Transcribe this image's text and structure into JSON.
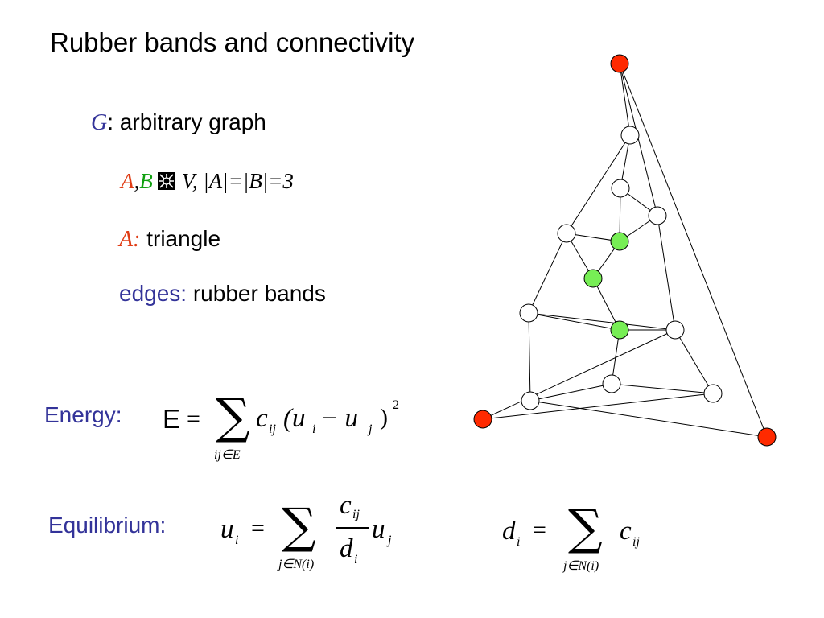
{
  "title": "Rubber bands and connectivity",
  "graph_line": {
    "var": "G",
    "text": ": arbitrary graph"
  },
  "ab_line": {
    "a": "A",
    "comma": ",",
    "b": "B",
    "rest": "V, |A|=|B|=3"
  },
  "a_line": {
    "var": "A:",
    "text": " triangle"
  },
  "edges_line": {
    "label": "edges:",
    "text": " rubber bands"
  },
  "energy_label": "Energy:",
  "equilibrium_label": "Equilibrium:",
  "formulas": {
    "energy": {
      "E": "E",
      "eq": "=",
      "sigma": "∑",
      "sum_sub": "ij∈E",
      "c": "c",
      "c_sub": "ij",
      "lparen": "(u",
      "u_sub": "i",
      "minus": " − u",
      "u2_sub": "j",
      "rparen": ")",
      "exp": "2"
    },
    "equilibrium": {
      "u": "u",
      "u_sub": "i",
      "eq": "=",
      "sigma": "∑",
      "sum_sub": "j∈N(i)",
      "num": "c",
      "num_sub": "ij",
      "den": "d",
      "den_sub": "i",
      "u2": "u",
      "u2_sub": "j"
    },
    "degree": {
      "d": "d",
      "d_sub": "i",
      "eq": "=",
      "sigma": "∑",
      "sum_sub": "j∈N(i)",
      "c": "c",
      "c_sub": "ij"
    }
  },
  "colors": {
    "title": "#000000",
    "blue": "#333399",
    "red_node": "#ff2a00",
    "green_node": "#77ee55",
    "white_node": "#ffffff",
    "edge": "#000000"
  },
  "graph": {
    "nodes": [
      {
        "id": "top",
        "color": "red"
      },
      {
        "id": "n1",
        "color": "white"
      },
      {
        "id": "n2",
        "color": "white"
      },
      {
        "id": "n3",
        "color": "white"
      },
      {
        "id": "g1",
        "color": "green"
      },
      {
        "id": "n4",
        "color": "white"
      },
      {
        "id": "g2",
        "color": "green"
      },
      {
        "id": "n5",
        "color": "white"
      },
      {
        "id": "g3",
        "color": "green"
      },
      {
        "id": "n6",
        "color": "white"
      },
      {
        "id": "n7",
        "color": "white"
      },
      {
        "id": "n8",
        "color": "white"
      },
      {
        "id": "n9",
        "color": "white"
      },
      {
        "id": "left",
        "color": "red"
      },
      {
        "id": "right",
        "color": "red"
      }
    ],
    "edges": [
      [
        "top",
        "n1"
      ],
      [
        "top",
        "n4"
      ],
      [
        "top",
        "right"
      ],
      [
        "n1",
        "n2"
      ],
      [
        "n1",
        "n3"
      ],
      [
        "n2",
        "n4"
      ],
      [
        "n2",
        "g1"
      ],
      [
        "n3",
        "g2"
      ],
      [
        "n3",
        "g1"
      ],
      [
        "n3",
        "n6"
      ],
      [
        "n4",
        "g1"
      ],
      [
        "n4",
        "n5"
      ],
      [
        "g1",
        "g2"
      ],
      [
        "g2",
        "g3"
      ],
      [
        "n5",
        "g3"
      ],
      [
        "g3",
        "n6"
      ],
      [
        "g3",
        "n7"
      ],
      [
        "n6",
        "n9"
      ],
      [
        "n7",
        "n8"
      ],
      [
        "n7",
        "n9"
      ],
      [
        "n8",
        "left"
      ],
      [
        "n8",
        "n5"
      ],
      [
        "n5",
        "n6"
      ],
      [
        "n9",
        "right"
      ],
      [
        "n5",
        "left"
      ]
    ]
  }
}
